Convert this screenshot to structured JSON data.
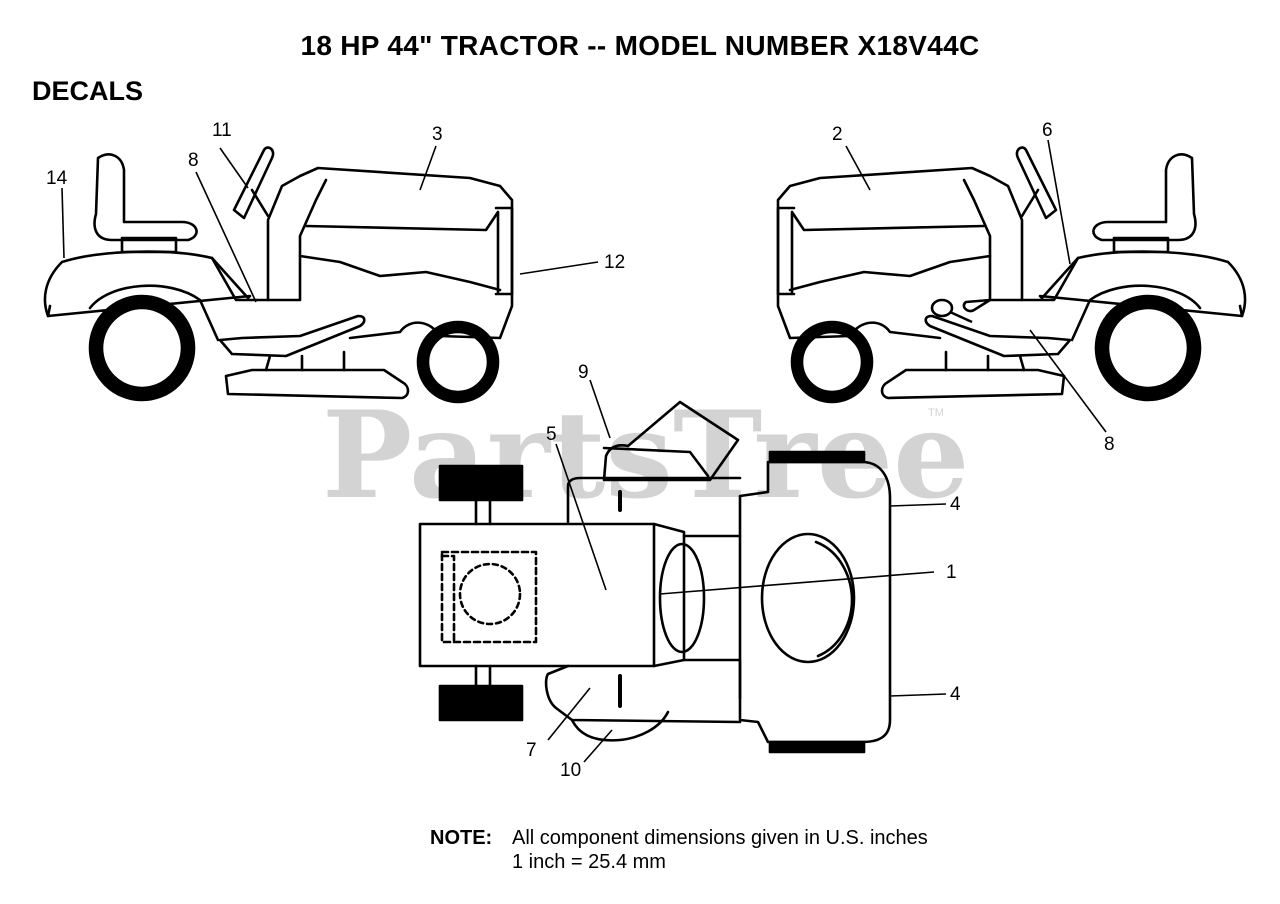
{
  "title": "18 HP 44\" TRACTOR -- MODEL NUMBER X18V44C",
  "section": "DECALS",
  "watermark": {
    "text": "PartsTree",
    "trademark": "TM"
  },
  "callouts": {
    "left_side": {
      "c14": "14",
      "c11": "11",
      "c8": "8",
      "c3": "3",
      "c12": "12"
    },
    "right_side": {
      "c2": "2",
      "c6": "6",
      "c8": "8"
    },
    "top_view": {
      "c9": "9",
      "c5": "5",
      "c4a": "4",
      "c1": "1",
      "c4b": "4",
      "c7": "7",
      "c10": "10"
    }
  },
  "note": {
    "label": "NOTE:",
    "line1": "All component dimensions given in U.S. inches",
    "line2": "1 inch = 25.4 mm"
  },
  "colors": {
    "line": "#000000",
    "watermark": "#d3d3d3",
    "background": "#ffffff"
  }
}
